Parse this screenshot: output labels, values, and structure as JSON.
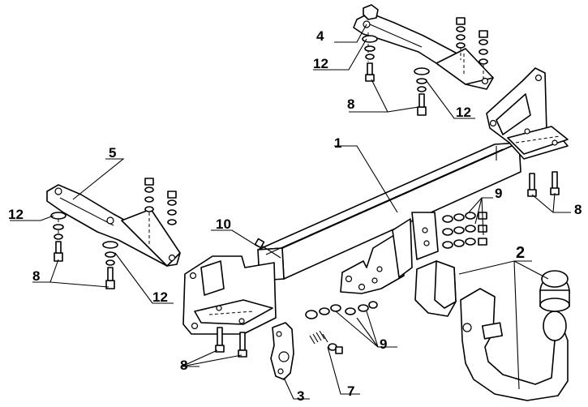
{
  "callouts": {
    "c1": "1",
    "c2": "2",
    "c3": "3",
    "c4": "4",
    "c5": "5",
    "c7": "7",
    "c8a": "8",
    "c8b": "8",
    "c8c": "8",
    "c8d": "8",
    "c9a": "9",
    "c9b": "9",
    "c10": "10",
    "c12a": "12",
    "c12b": "12",
    "c12c": "12",
    "c12d": "12"
  }
}
